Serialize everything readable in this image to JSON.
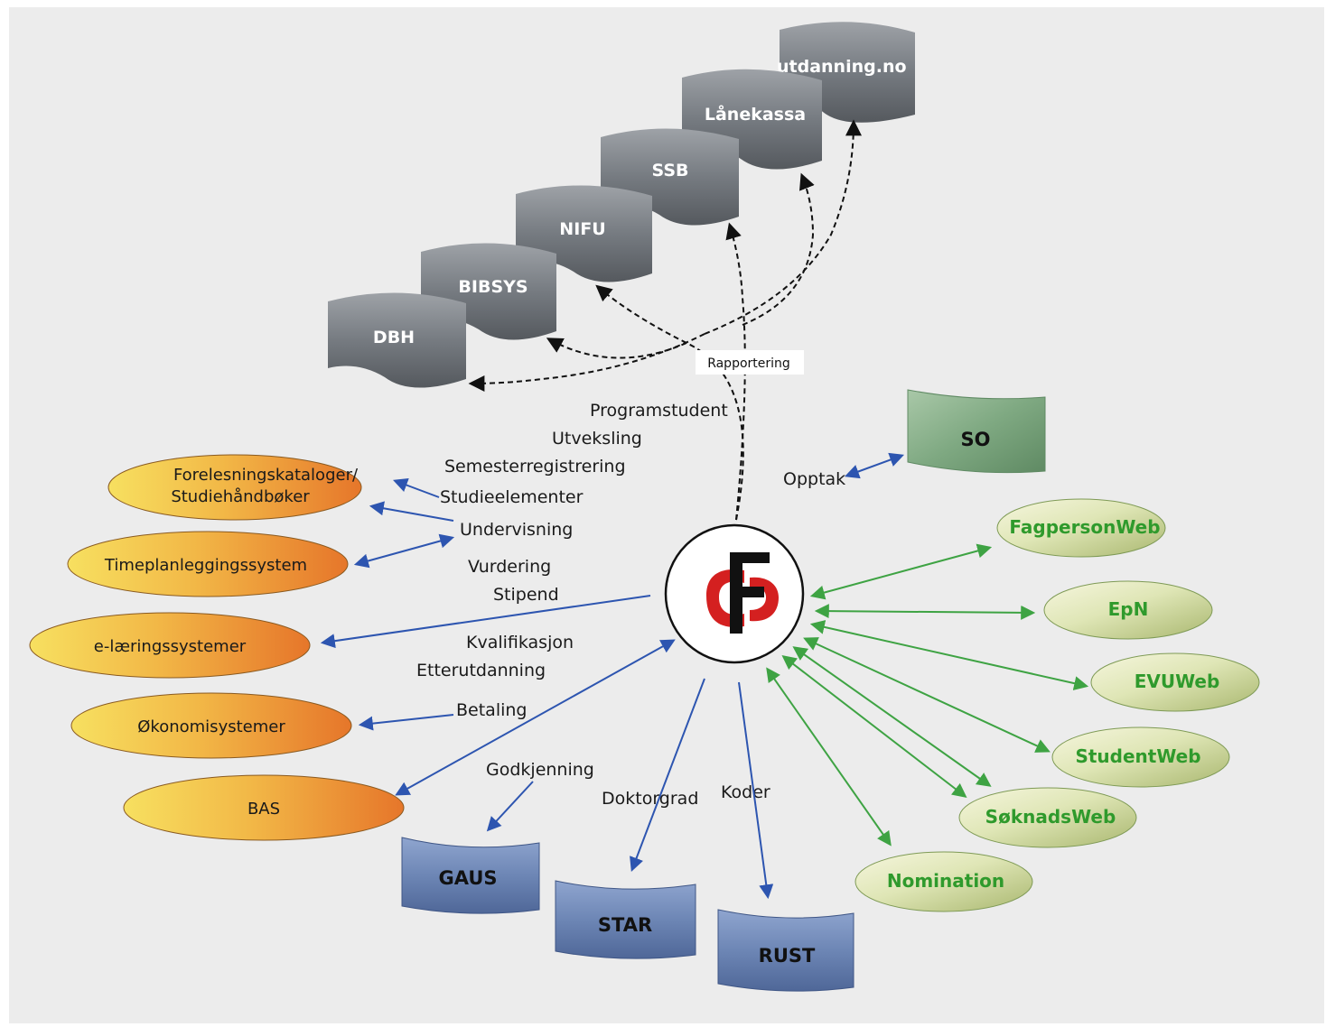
{
  "reporting_targets": [
    "DBH",
    "BIBSYS",
    "NIFU",
    "SSB",
    "Lånekassa",
    "utdanning.no"
  ],
  "reporting_label": "Rapportering",
  "topics": [
    "Programstudent",
    "Utveksling",
    "Semesterregistrering",
    "Studieelementer",
    "Undervisning",
    "Vurdering",
    "Stipend",
    "Kvalifikasjon",
    "Etterutdanning",
    "Betaling",
    "Godkjenning",
    "Doktorgrad",
    "Koder"
  ],
  "so": {
    "label": "SO",
    "link_label": "Opptak"
  },
  "orange_systems": [
    "Forelesningskataloger/",
    "Studiehåndbøker",
    "Timeplanleggingssystem",
    "e-læringssystemer",
    "Økonomisystemer",
    "BAS"
  ],
  "blue_systems": [
    "GAUS",
    "STAR",
    "RUST"
  ],
  "web_apps": [
    "FagpersonWeb",
    "EpN",
    "EVUWeb",
    "StudentWeb",
    "SøknadsWeb",
    "Nomination"
  ],
  "center_logo": "FS",
  "colors": {
    "gray_flag": "#767b81",
    "blue_flag": "#6d86b5",
    "green_flag": "#7fa982",
    "orange": "#ec8a33",
    "yellow": "#f7e060",
    "web_green_text": "#2f9a2c",
    "arrow_blue": "#2d55b0",
    "arrow_green": "#3ea343"
  }
}
